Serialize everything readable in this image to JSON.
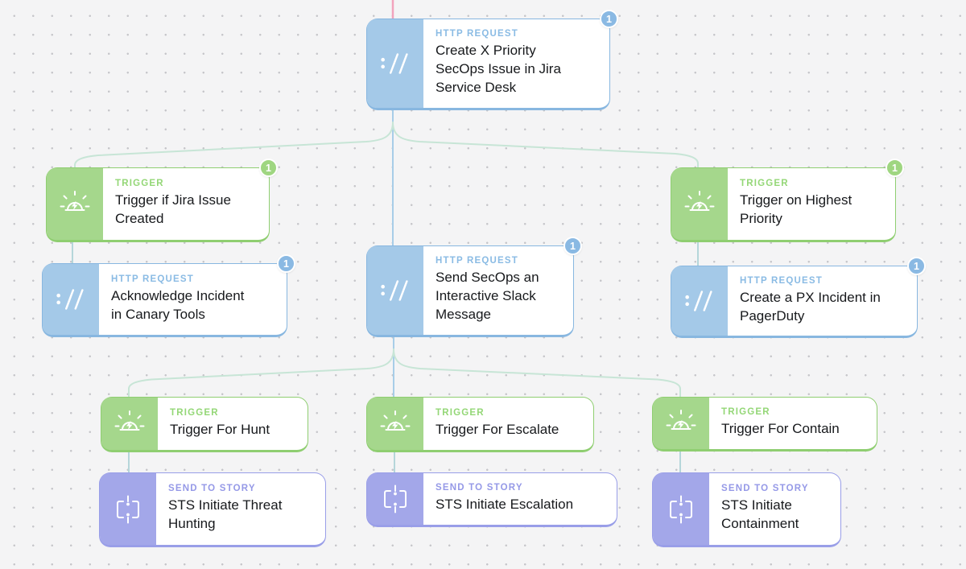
{
  "canvas": {
    "background": "#f4f4f5",
    "dot_color": "#c6c6ca"
  },
  "theme": {
    "http_fill": "#a4c9e8",
    "http_border": "#88b7e0",
    "http_label": "#8abbe4",
    "http_badge": "#8ab9e3",
    "trigger_fill": "#a5d78c",
    "trigger_border": "#8fce71",
    "trigger_label": "#94d777",
    "trigger_badge": "#9fd681",
    "sts_fill": "#a3a7e9",
    "sts_border": "#999ee8",
    "sts_label": "#9599e7",
    "title_color": "#17191c",
    "edge_blue": "#a8cde8",
    "edge_green": "#c7e5d6",
    "edge_stub": "#b5d6da",
    "edge_pink": "#f2a3bd"
  },
  "labels": {
    "http": "HTTP REQUEST",
    "trigger": "TRIGGER",
    "sts": "SEND TO STORY"
  },
  "nodes": {
    "top_http": {
      "type_label": "HTTP REQUEST",
      "title": "Create X Priority SecOps Issue in Jira Service Desk",
      "badge": "1"
    },
    "trigger_jira": {
      "type_label": "TRIGGER",
      "title": "Trigger if Jira Issue Created",
      "badge": "1"
    },
    "trigger_priority": {
      "type_label": "TRIGGER",
      "title": "Trigger on Highest Priority",
      "badge": "1"
    },
    "http_canary": {
      "type_label": "HTTP REQUEST",
      "title": "Acknowledge Incident in Canary Tools",
      "badge": "1"
    },
    "http_slack": {
      "type_label": "HTTP REQUEST",
      "title": "Send SecOps an Interactive Slack Message",
      "badge": "1"
    },
    "http_pagerduty": {
      "type_label": "HTTP REQUEST",
      "title": "Create a PX Incident in PagerDuty",
      "badge": "1"
    },
    "trigger_hunt": {
      "type_label": "TRIGGER",
      "title": "Trigger For Hunt"
    },
    "trigger_escalate": {
      "type_label": "TRIGGER",
      "title": "Trigger For Escalate"
    },
    "trigger_contain": {
      "type_label": "TRIGGER",
      "title": "Trigger For Contain"
    },
    "sts_hunt": {
      "type_label": "SEND TO STORY",
      "title": "STS Initiate Threat Hunting"
    },
    "sts_escalate": {
      "type_label": "SEND TO STORY",
      "title": "STS Initiate Escalation"
    },
    "sts_contain": {
      "type_label": "SEND TO STORY",
      "title": "STS Initiate Containment"
    }
  }
}
